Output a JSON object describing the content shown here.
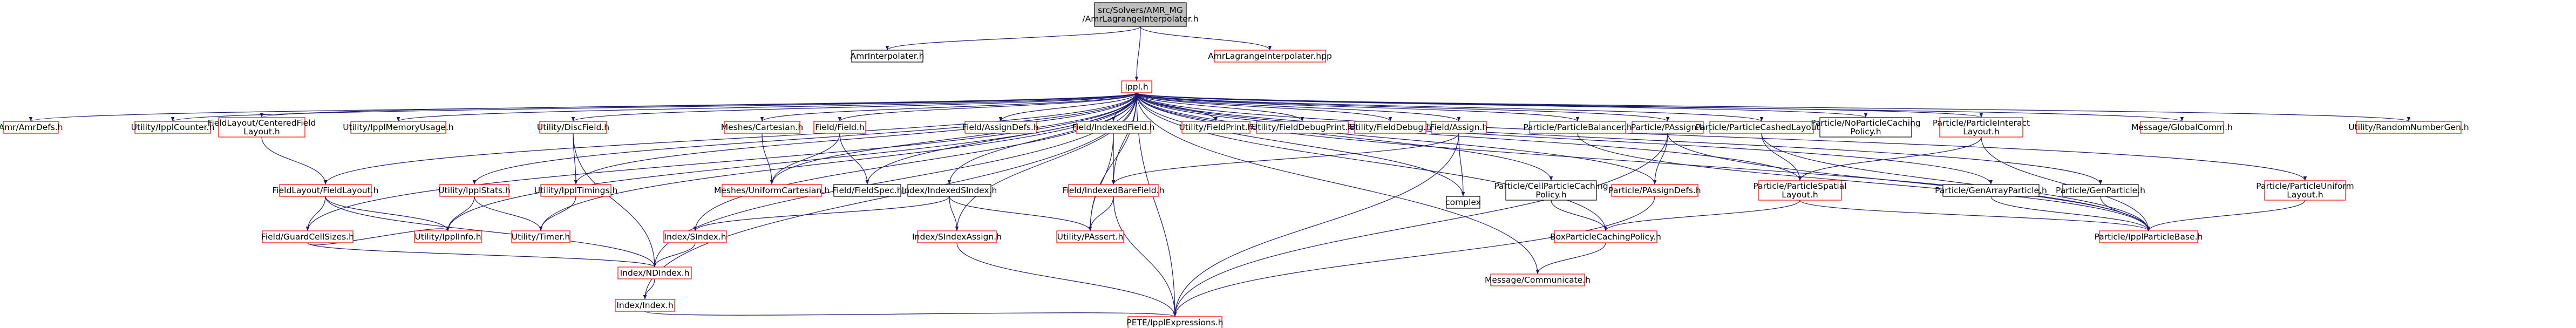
{
  "colors": {
    "edge": "#191970",
    "node_border_default": "#000000",
    "node_border_truncated": "#ff0000",
    "root_fill": "#bfbfbf",
    "node_fill": "#ffffff",
    "text": "#000000"
  },
  "root": {
    "line1": "src/Solvers/AMR_MG",
    "line2": "/AmrLagrangeInterpolater.h"
  },
  "nodes": {
    "amr_interpolater": "AmrInterpolater.h",
    "amr_lagrange_hpp": "AmrLagrangeInterpolater.hpp",
    "ippl": "Ippl.h",
    "amr_defs": "Amr/AmrDefs.h",
    "ippl_counter": "Utility/IpplCounter.h",
    "centered_field_layout": [
      "FieldLayout/CenteredField",
      "Layout.h"
    ],
    "field_layout": "FieldLayout/FieldLayout.h",
    "ippl_memory_usage": "Utility/IpplMemoryUsage.h",
    "ippl_stats": "Utility/IpplStats.h",
    "disc_field": "Utility/DiscField.h",
    "ippl_timings": "Utility/IpplTimings.h",
    "timer": "Utility/Timer.h",
    "ippl_info": "Utility/IpplInfo.h",
    "guard_cell_sizes": "Field/GuardCellSizes.h",
    "nd_index": "Index/NDIndex.h",
    "sindex": "Index/SIndex.h",
    "index": "Index/Index.h",
    "meshes_cartesian": "Meshes/Cartesian.h",
    "uniform_cartesian": "Meshes/UniformCartesian.h",
    "field": "Field/Field.h",
    "field_spec": "Field/FieldSpec.h",
    "indexed_sindex": "Index/IndexedSIndex.h",
    "sindex_assign": "Index/SIndexAssign.h",
    "assign_defs": "Field/AssignDefs.h",
    "indexed_field": "Field/IndexedField.h",
    "indexed_bare_field": "Field/IndexedBareField.h",
    "passert": "Utility/PAssert.h",
    "field_print": "Utility/FieldPrint.h",
    "field_debug_print": "Utility/FieldDebugPrint.h",
    "field_debug": "Utility/FieldDebug.h",
    "field_assign": "Field/Assign.h",
    "complex": "complex",
    "cell_caching": [
      "Particle/CellParticleCaching",
      "Policy.h"
    ],
    "box_caching": "BoxParticleCachingPolicy.h",
    "communicate": "Message/Communicate.h",
    "particle_balancer": "Particle/ParticleBalancer.h",
    "passign": "Particle/PAssign.h",
    "passign_defs": "Particle/PAssignDefs.h",
    "cashed_layout": "Particle/ParticleCashedLayout.h",
    "spatial_layout": [
      "Particle/ParticleSpatial",
      "Layout.h"
    ],
    "no_caching": [
      "Particle/NoParticleCaching",
      "Policy.h"
    ],
    "interact_layout": [
      "Particle/ParticleInteract",
      "Layout.h"
    ],
    "gen_array": "Particle/GenArrayParticle.h",
    "gen_particle": "Particle/GenParticle.h",
    "ippl_particle_base": "Particle/IpplParticleBase.h",
    "global_comm": "Message/GlobalComm.h",
    "uniform_layout": [
      "Particle/ParticleUniform",
      "Layout.h"
    ],
    "random_number_gen": "Utility/RandomNumberGen.h",
    "pete": "PETE/IpplExpressions.h"
  }
}
